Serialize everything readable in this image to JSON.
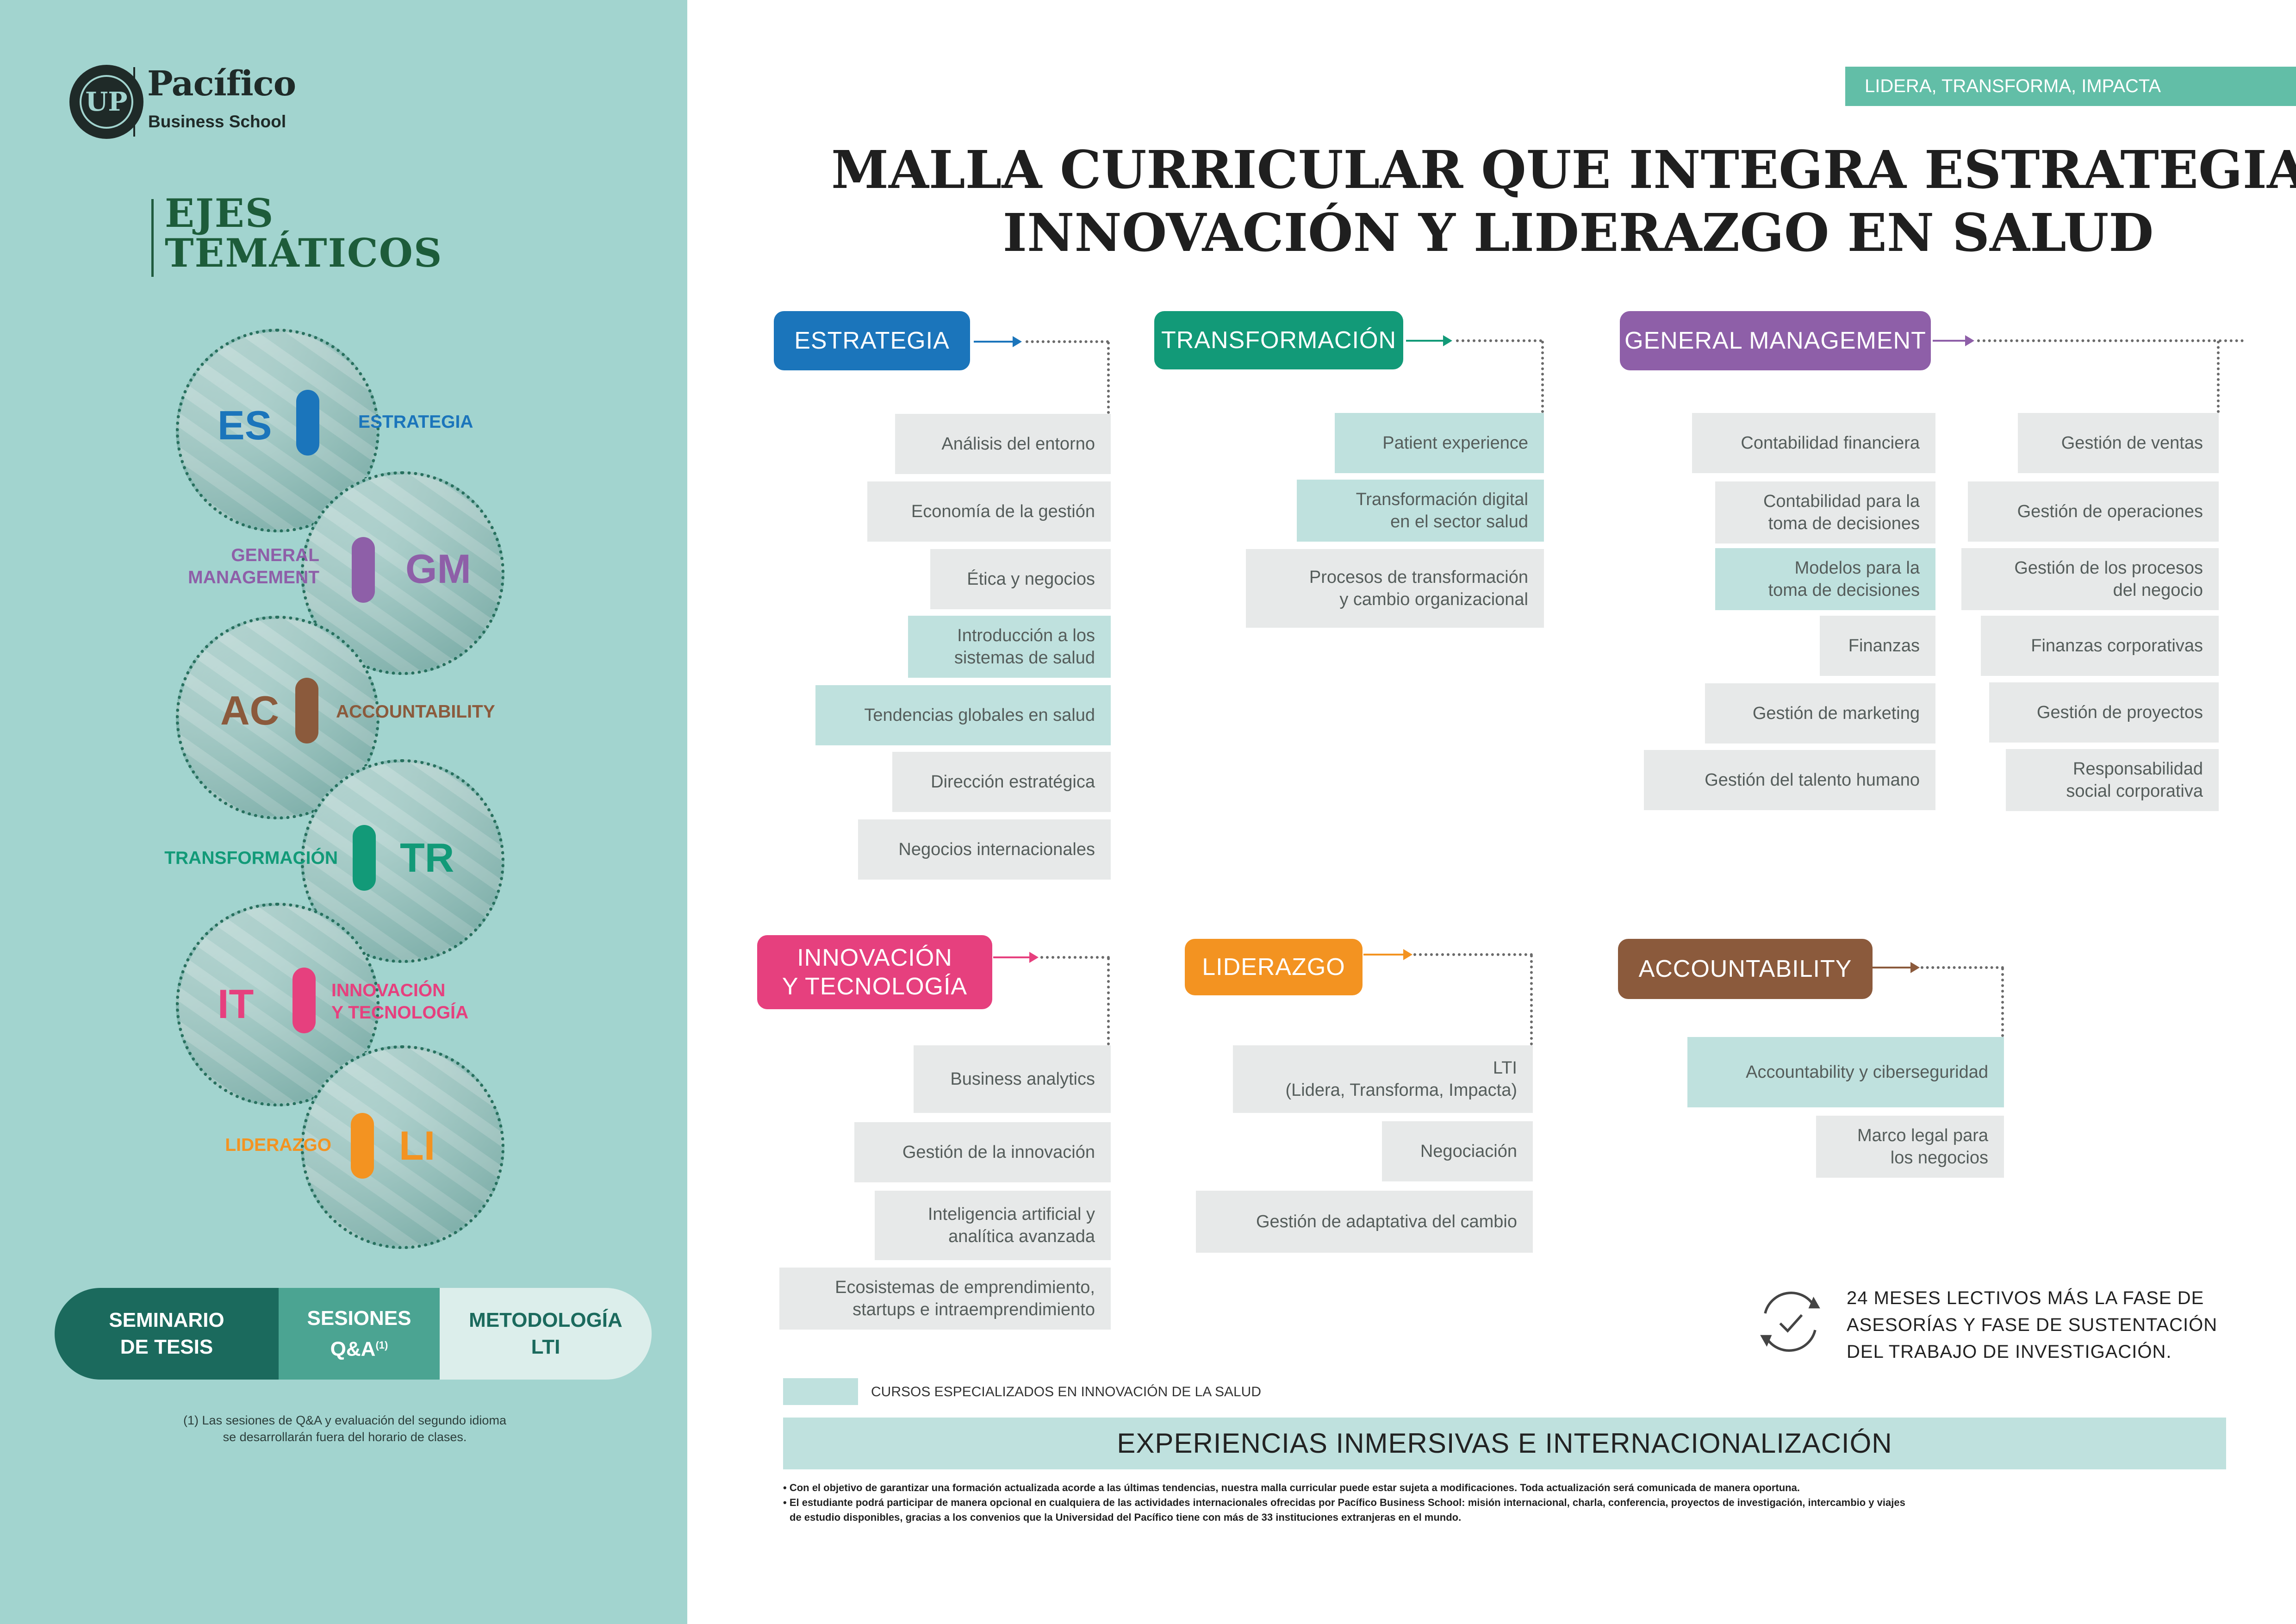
{
  "brand": {
    "name": "Pacífico",
    "sub": "Business School"
  },
  "sidebar": {
    "ejes_title_1": "EJES",
    "ejes_title_2": "TEMÁTICOS",
    "axes": [
      {
        "abbr": "ES",
        "label": "ESTRATEGIA",
        "color": "#1b75bb"
      },
      {
        "abbr": "GM",
        "label_1": "GENERAL",
        "label_2": "MANAGEMENT",
        "color": "#8e5fa8"
      },
      {
        "abbr": "AC",
        "label": "ACCOUNTABILITY",
        "color": "#8b5a3c"
      },
      {
        "abbr": "TR",
        "label": "TRANSFORMACIÓN",
        "color": "#129a78"
      },
      {
        "abbr": "IT",
        "label_1": "INNOVACIÓN",
        "label_2": "Y TECNOLOGÍA",
        "color": "#e6407e"
      },
      {
        "abbr": "LI",
        "label": "LIDERAZGO",
        "color": "#f39321"
      }
    ],
    "tabs": {
      "seminario_1": "SEMINARIO",
      "seminario_2": "DE TESIS",
      "sesiones_1": "SESIONES",
      "sesiones_2": "Q&A",
      "sesiones_sup": "(1)",
      "metodologia_1": "METODOLOGÍA",
      "metodologia_2": "LTI"
    },
    "note_1": "(1) Las sesiones de Q&A y evaluación del segundo idioma",
    "note_2": "se desarrollarán fuera del horario de clases."
  },
  "slogan": "LIDERA, TRANSFORMA, IMPACTA",
  "title_1": "MALLA CURRICULAR QUE INTEGRA ESTRATEGIA,",
  "title_2": "INNOVACIÓN Y LIDERAZGO EN SALUD",
  "groups": {
    "estrategia": {
      "label": "ESTRATEGIA",
      "color": "#1b75bb",
      "courses": [
        {
          "l1": "Análisis del entorno",
          "hl": false
        },
        {
          "l1": "Economía de la gestión",
          "hl": false
        },
        {
          "l1": "Ética y negocios",
          "hl": false
        },
        {
          "l1": "Introducción a los",
          "l2": "sistemas de salud",
          "hl": true
        },
        {
          "l1": "Tendencias globales en salud",
          "hl": true
        },
        {
          "l1": "Dirección estratégica",
          "hl": false
        },
        {
          "l1": "Negocios internacionales",
          "hl": false
        }
      ]
    },
    "transformacion": {
      "label": "TRANSFORMACIÓN",
      "color": "#129a78",
      "courses": [
        {
          "l1": "Patient experience",
          "hl": true
        },
        {
          "l1": "Transformación digital",
          "l2": "en el sector salud",
          "hl": true
        },
        {
          "l1": "Procesos de transformación",
          "l2": "y cambio organizacional",
          "hl": false
        }
      ]
    },
    "general_management": {
      "label": "GENERAL MANAGEMENT",
      "color": "#8e5fa8",
      "courses_a": [
        {
          "l1": "Contabilidad financiera",
          "hl": false
        },
        {
          "l1": "Contabilidad para la",
          "l2": "toma de decisiones",
          "hl": false
        },
        {
          "l1": "Modelos para la",
          "l2": "toma de decisiones",
          "hl": true
        },
        {
          "l1": "Finanzas",
          "hl": false
        },
        {
          "l1": "Gestión de marketing",
          "hl": false
        },
        {
          "l1": "Gestión del talento humano",
          "hl": false
        }
      ],
      "courses_b": [
        {
          "l1": "Gestión de ventas",
          "hl": false
        },
        {
          "l1": "Gestión de operaciones",
          "hl": false
        },
        {
          "l1": "Gestión de los procesos",
          "l2": "del negocio",
          "hl": false
        },
        {
          "l1": "Finanzas corporativas",
          "hl": false
        },
        {
          "l1": "Gestión de proyectos",
          "hl": false
        },
        {
          "l1": "Responsabilidad",
          "l2": "social corporativa",
          "hl": false
        }
      ]
    },
    "innovacion": {
      "label_1": "INNOVACIÓN",
      "label_2": "Y TECNOLOGÍA",
      "color": "#e6407e",
      "courses": [
        {
          "l1": "Business analytics",
          "hl": false
        },
        {
          "l1": "Gestión de la innovación",
          "hl": false
        },
        {
          "l1": "Inteligencia artificial y",
          "l2": "analítica avanzada",
          "hl": false
        },
        {
          "l1": "Ecosistemas de emprendimiento,",
          "l2": "startups e intraemprendimiento",
          "hl": false
        }
      ]
    },
    "liderazgo": {
      "label": "LIDERAZGO",
      "color": "#f39321",
      "courses": [
        {
          "l1": "LTI",
          "l2": "(Lidera, Transforma, Impacta)",
          "hl": false
        },
        {
          "l1": "Negociación",
          "hl": false
        },
        {
          "l1": "Gestión de adaptativa del cambio",
          "hl": false
        }
      ]
    },
    "accountability": {
      "label": "ACCOUNTABILITY",
      "color": "#8b5a3c",
      "courses": [
        {
          "l1": "Accountability y ciberseguridad",
          "hl": true
        },
        {
          "l1": "Marco legal para",
          "l2": "los negocios",
          "hl": false
        }
      ]
    }
  },
  "duration_1": "24 MESES LECTIVOS MÁS LA FASE DE",
  "duration_2": "ASESORÍAS Y FASE DE SUSTENTACIÓN",
  "duration_3": "DEL TRABAJO DE INVESTIGACIÓN.",
  "legend": "CURSOS ESPECIALIZADOS EN INNOVACIÓN DE LA SALUD",
  "experiencias": "EXPERIENCIAS INMERSIVAS E INTERNACIONALIZACIÓN",
  "notes": {
    "n1": "• Con el objetivo de garantizar una formación actualizada acorde a las últimas tendencias, nuestra malla curricular puede estar sujeta a modificaciones. Toda actualización será comunicada de manera oportuna.",
    "n2a": "• El estudiante podrá participar de manera opcional en cualquiera de las actividades internacionales ofrecidas por Pacífico Business School: misión internacional, charla, conferencia, proyectos de investigación, intercambio y viajes",
    "n2b": "de estudio disponibles, gracias a los convenios que la Universidad del Pacífico tiene con más de 33 instituciones extranjeras en el mundo."
  }
}
